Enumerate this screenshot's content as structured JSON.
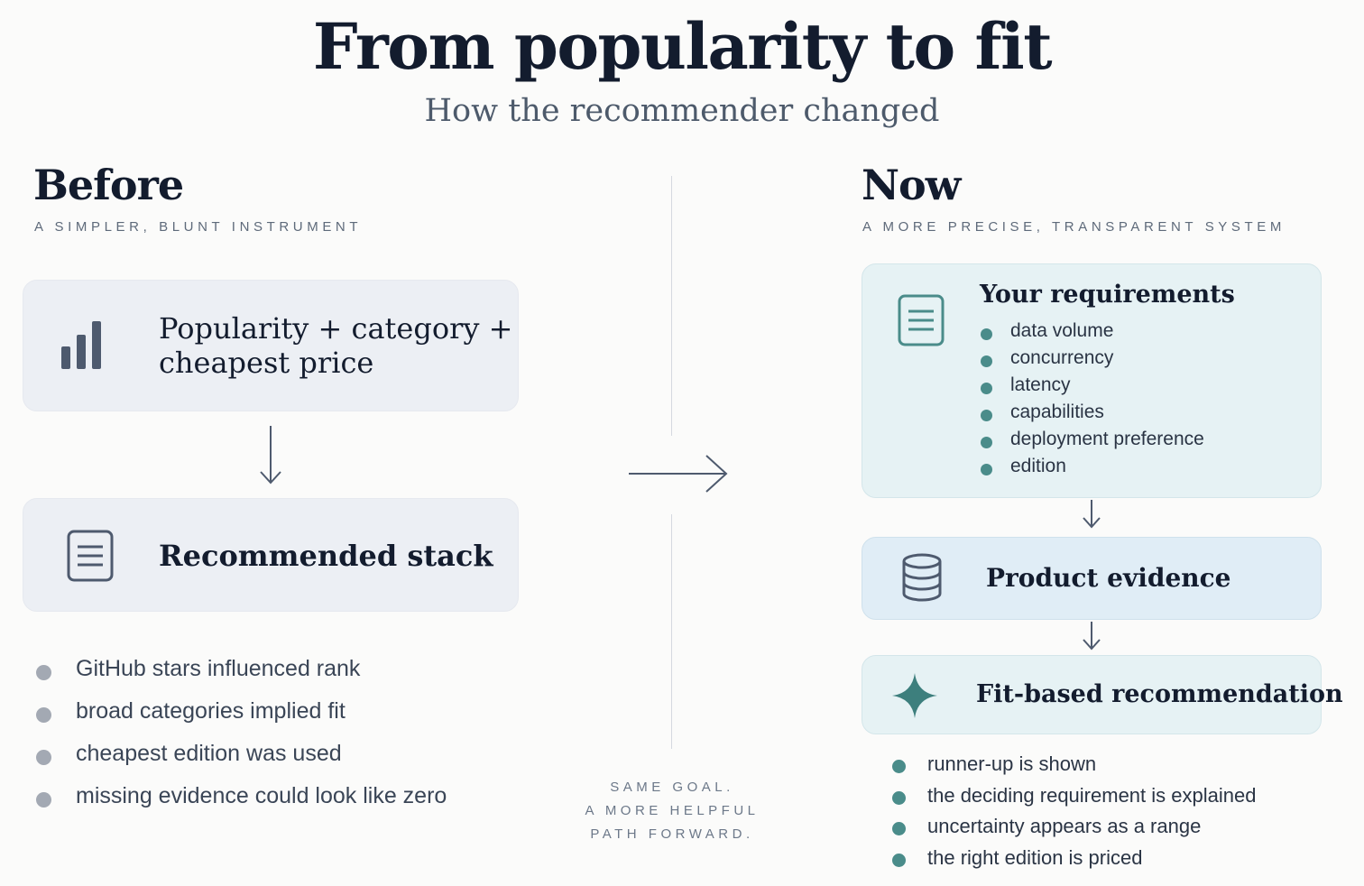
{
  "title": "From popularity to fit",
  "subtitle": "How the recommender changed",
  "before": {
    "heading": "Before",
    "subheading": "A SIMPLER, BLUNT INSTRUMENT",
    "card1": {
      "icon": "bar-chart-icon",
      "line1": "Popularity + category +",
      "line2": "cheapest price"
    },
    "card2": {
      "icon": "document-icon",
      "label": "Recommended stack"
    },
    "bullets": [
      "GitHub stars influenced rank",
      "broad categories implied fit",
      "cheapest edition was used",
      "missing evidence could look like zero"
    ]
  },
  "now": {
    "heading": "Now",
    "subheading": "A MORE PRECISE, TRANSPARENT SYSTEM",
    "requirements": {
      "icon": "document-icon",
      "title": "Your requirements",
      "items": [
        "data volume",
        "concurrency",
        "latency",
        "capabilities",
        "deployment preference",
        "edition"
      ]
    },
    "evidence": {
      "icon": "database-icon",
      "label": "Product evidence"
    },
    "recommendation": {
      "icon": "sparkle-icon",
      "label": "Fit-based recommendation"
    },
    "bullets": [
      "runner-up is shown",
      "the deciding requirement is explained",
      "uncertainty appears as a range",
      "the right edition is priced"
    ]
  },
  "divider_note": [
    "SAME GOAL.",
    "A MORE HELPFUL",
    "PATH FORWARD."
  ],
  "colors": {
    "ink": "#131c2e",
    "teal": "#4a8c8a",
    "gray_dot": "#a3a9b3",
    "icon_slate": "#4e5a6e"
  }
}
